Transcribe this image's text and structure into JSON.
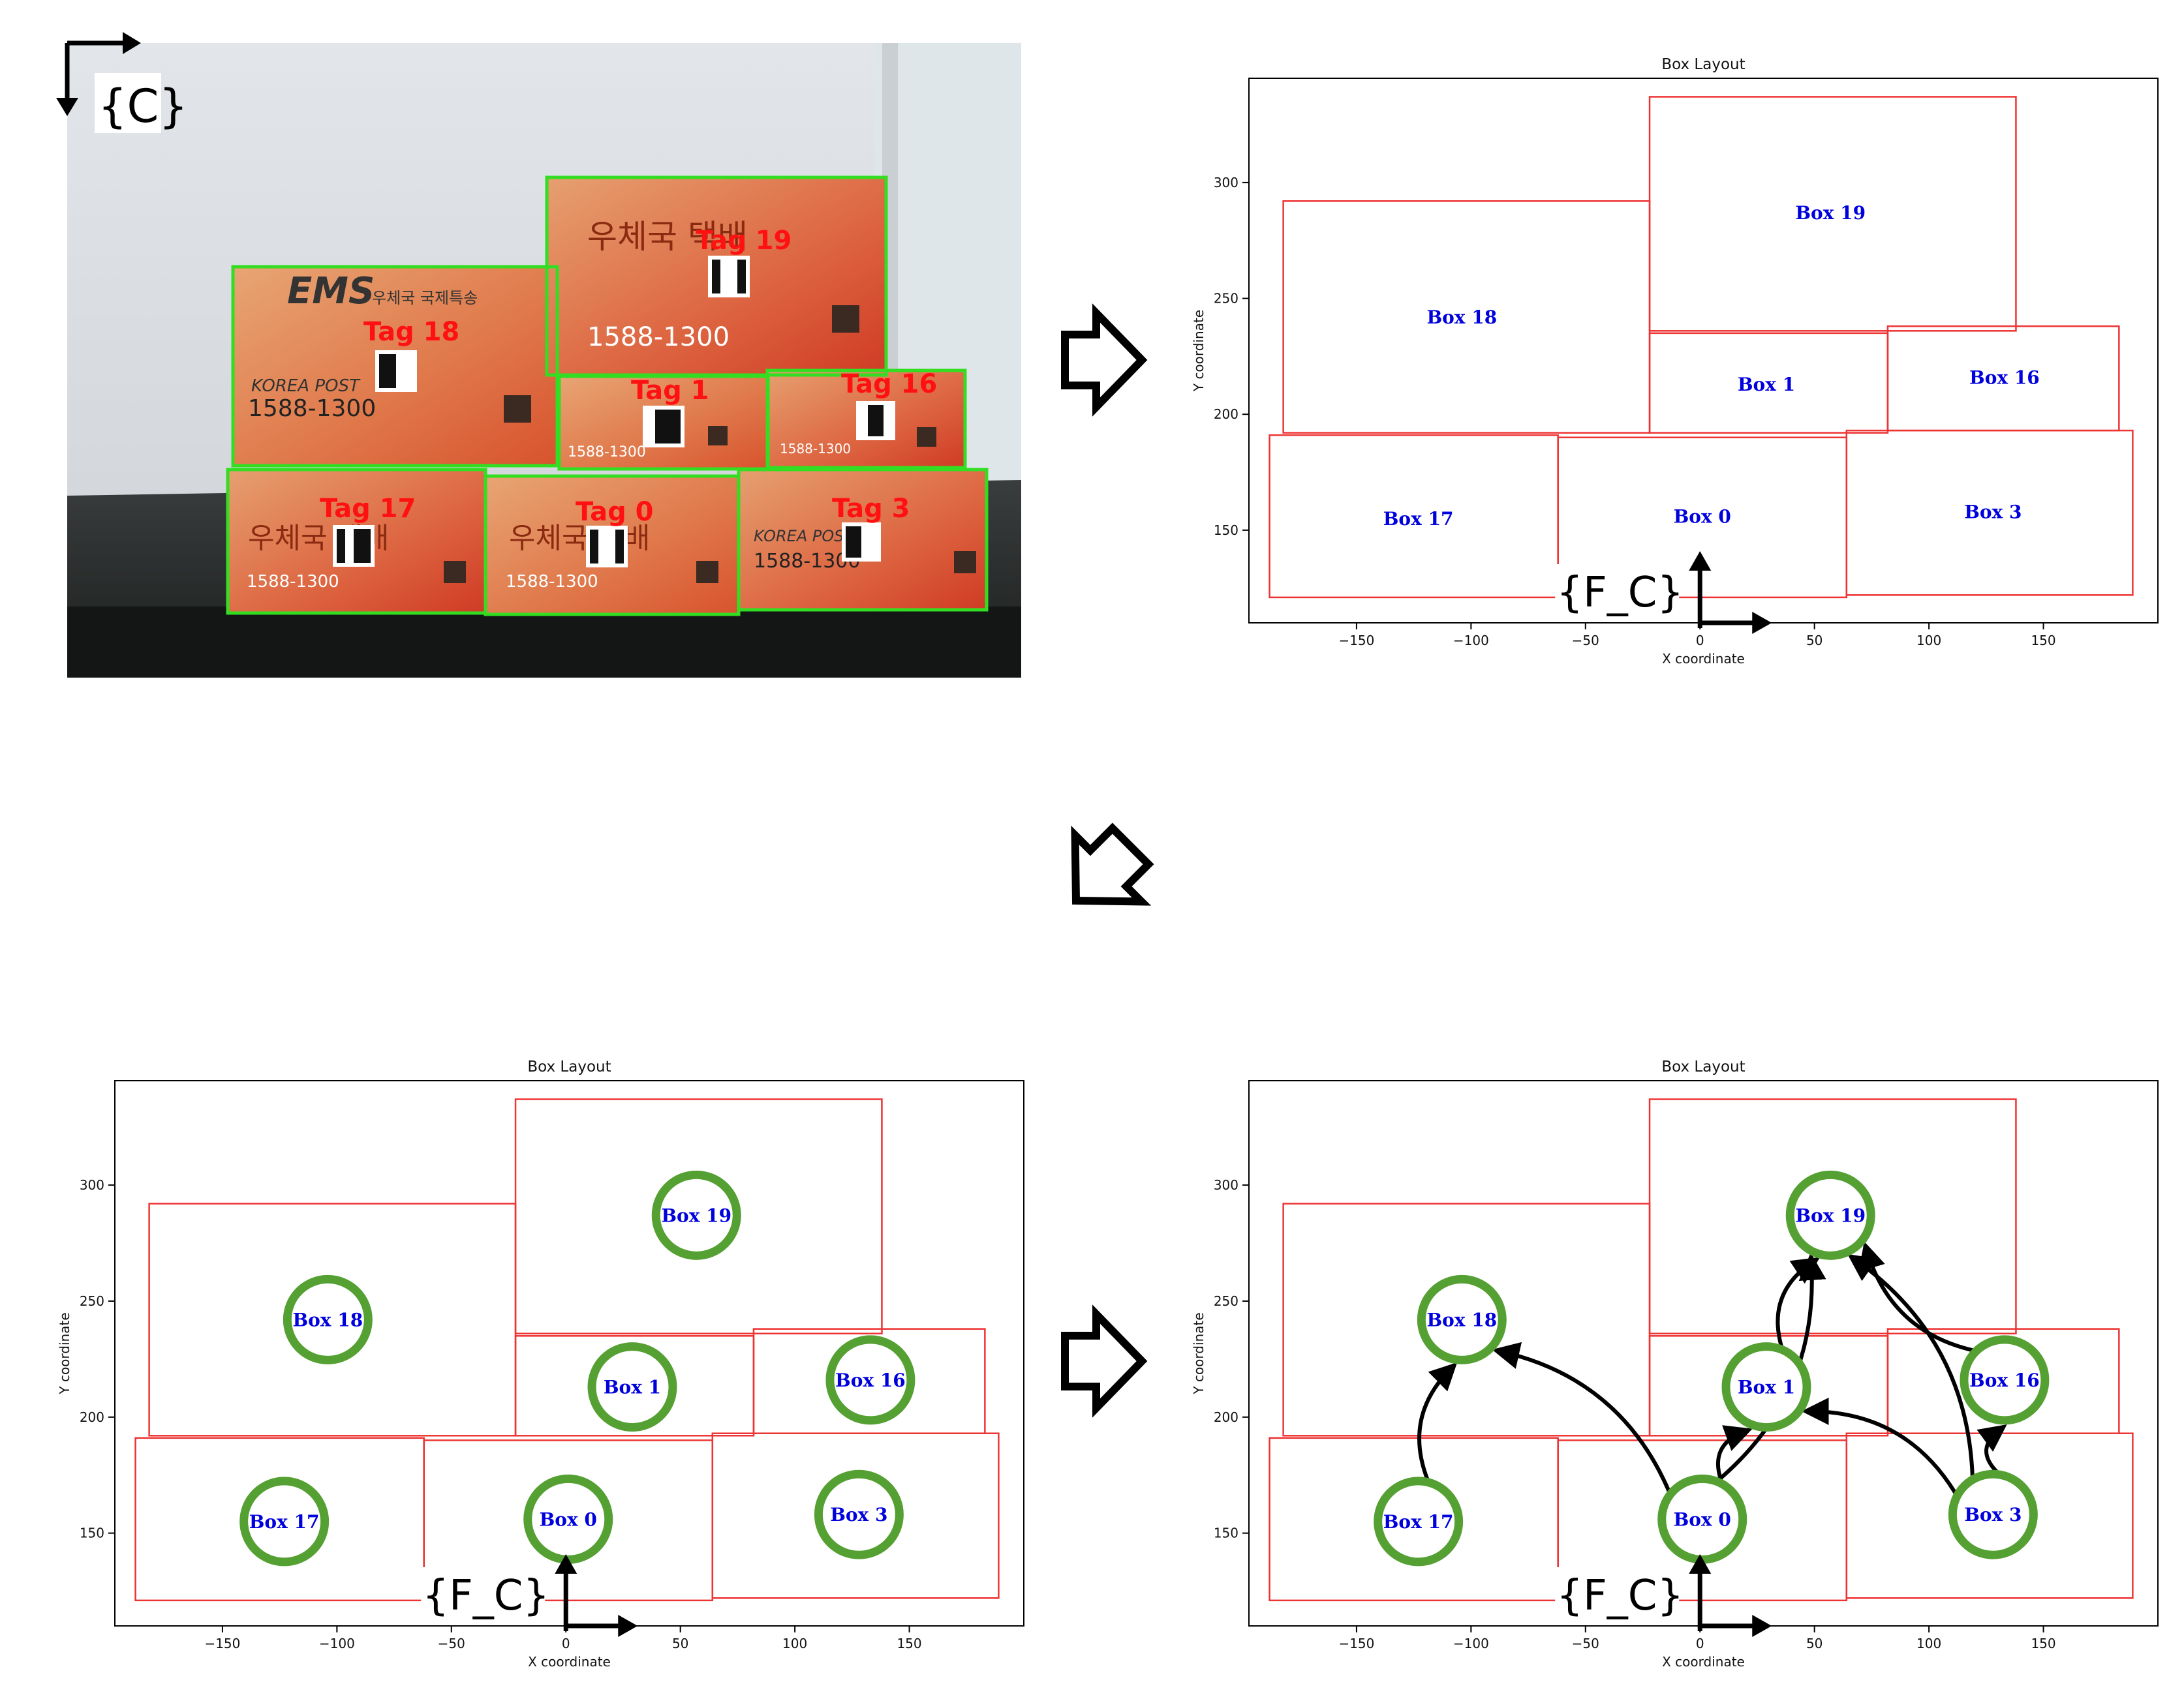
{
  "photo": {
    "frame_label": "{C}",
    "tags": [
      {
        "id": 18,
        "label": "Tag 18"
      },
      {
        "id": 19,
        "label": "Tag 19"
      },
      {
        "id": 1,
        "label": "Tag 1"
      },
      {
        "id": 16,
        "label": "Tag 16"
      },
      {
        "id": 17,
        "label": "Tag 17"
      },
      {
        "id": 0,
        "label": "Tag 0"
      },
      {
        "id": 3,
        "label": "Tag 3"
      }
    ],
    "box_prints": {
      "ems_logo": "EMS",
      "korea_post": "KOREA POST",
      "phone": "1588-1300",
      "korean_text": "우체국 택배",
      "korean_small": "우체국 국제특송"
    },
    "colors": {
      "detection_box": "#33dd22",
      "tag_label": "#ff1111"
    }
  },
  "charts": [
    {
      "id": "chart-top-right",
      "variant": "boxes"
    },
    {
      "id": "chart-bottom-left",
      "variant": "nodes"
    },
    {
      "id": "chart-bottom-right",
      "variant": "graph"
    }
  ],
  "chart_data": [
    {
      "type": "diagram",
      "title": "Box Layout",
      "xlabel": "X coordinate",
      "ylabel": "Y coordinate",
      "xlim": [
        -197,
        200
      ],
      "ylim": [
        110,
        345
      ],
      "xticks": [
        -150,
        -100,
        -50,
        0,
        50,
        100,
        150
      ],
      "yticks": [
        150,
        200,
        250,
        300
      ],
      "frame_label": "{F_C}",
      "boxes": [
        {
          "name": "Box 18",
          "xmin": -182,
          "xmax": -22,
          "ymin": 192,
          "ymax": 292,
          "cx": -104,
          "cy": 242
        },
        {
          "name": "Box 19",
          "xmin": -22,
          "xmax": 138,
          "ymin": 236,
          "ymax": 337,
          "cx": 57,
          "cy": 287
        },
        {
          "name": "Box 1",
          "xmin": -22,
          "xmax": 82,
          "ymin": 192,
          "ymax": 235,
          "cx": 29,
          "cy": 213
        },
        {
          "name": "Box 16",
          "xmin": 82,
          "xmax": 183,
          "ymin": 193,
          "ymax": 238,
          "cx": 133,
          "cy": 216
        },
        {
          "name": "Box 17",
          "xmin": -188,
          "xmax": -62,
          "ymin": 121,
          "ymax": 191,
          "cx": -123,
          "cy": 155
        },
        {
          "name": "Box 0",
          "xmin": -62,
          "xmax": 64,
          "ymin": 121,
          "ymax": 190,
          "cx": 1,
          "cy": 156
        },
        {
          "name": "Box 3",
          "xmin": 64,
          "xmax": 189,
          "ymin": 122,
          "ymax": 193,
          "cx": 128,
          "cy": 158
        }
      ],
      "edges": [
        {
          "from": "Box 17",
          "to": "Box 18"
        },
        {
          "from": "Box 0",
          "to": "Box 18"
        },
        {
          "from": "Box 0",
          "to": "Box 1"
        },
        {
          "from": "Box 0",
          "to": "Box 19"
        },
        {
          "from": "Box 1",
          "to": "Box 19"
        },
        {
          "from": "Box 3",
          "to": "Box 1"
        },
        {
          "from": "Box 3",
          "to": "Box 16"
        },
        {
          "from": "Box 3",
          "to": "Box 19"
        },
        {
          "from": "Box 16",
          "to": "Box 19"
        }
      ],
      "colors": {
        "box_edge": "#ee3333",
        "box_label": "#0000dd",
        "node_ring": "#55a032",
        "edge": "#000000"
      }
    }
  ]
}
